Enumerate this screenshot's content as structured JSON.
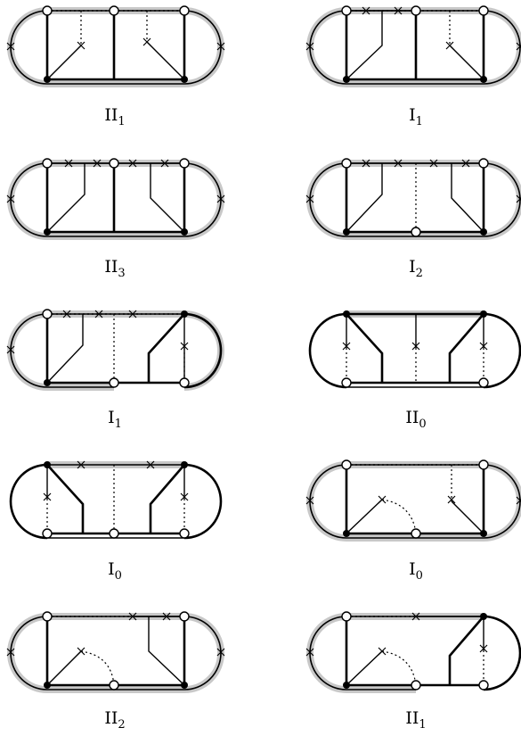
{
  "diagrams": [
    {
      "label": {
        "base": "II",
        "sub": "1"
      }
    },
    {
      "label": {
        "base": "I",
        "sub": "1"
      }
    },
    {
      "label": {
        "base": "II",
        "sub": "3"
      }
    },
    {
      "label": {
        "base": "I",
        "sub": "2"
      }
    },
    {
      "label": {
        "base": "I",
        "sub": "1"
      }
    },
    {
      "label": {
        "base": "II",
        "sub": "0"
      }
    },
    {
      "label": {
        "base": "I",
        "sub": "0"
      }
    },
    {
      "label": {
        "base": "I",
        "sub": "0"
      }
    },
    {
      "label": {
        "base": "II",
        "sub": "2"
      }
    },
    {
      "label": {
        "base": "II",
        "sub": "1"
      }
    }
  ]
}
